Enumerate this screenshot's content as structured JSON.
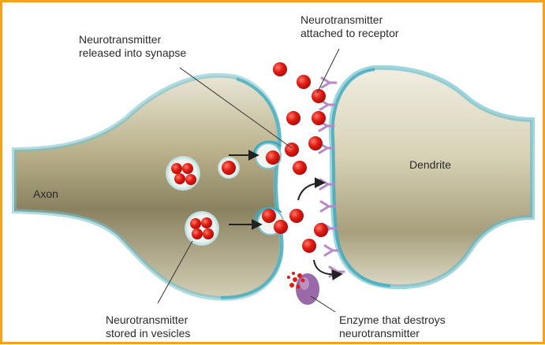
{
  "diagram": {
    "labels": {
      "released": "Neurotransmitter\nreleased into synapse",
      "attached": "Neurotransmitter\nattached to receptor",
      "dendrite": "Dendrite",
      "axon": "Axon",
      "stored": "Neurotransmitter\nstored in vesicles",
      "enzyme": "Enzyme that destroys\nneurotransmitter"
    },
    "colors": {
      "frame": "#f2a21c",
      "neurotransmitter": "#e01c14",
      "enzyme": "#9a6aa8",
      "receptor": "#b58ac6",
      "membrane_edge": "#5fb9c9",
      "cell_body": "#c9c2a4"
    }
  }
}
